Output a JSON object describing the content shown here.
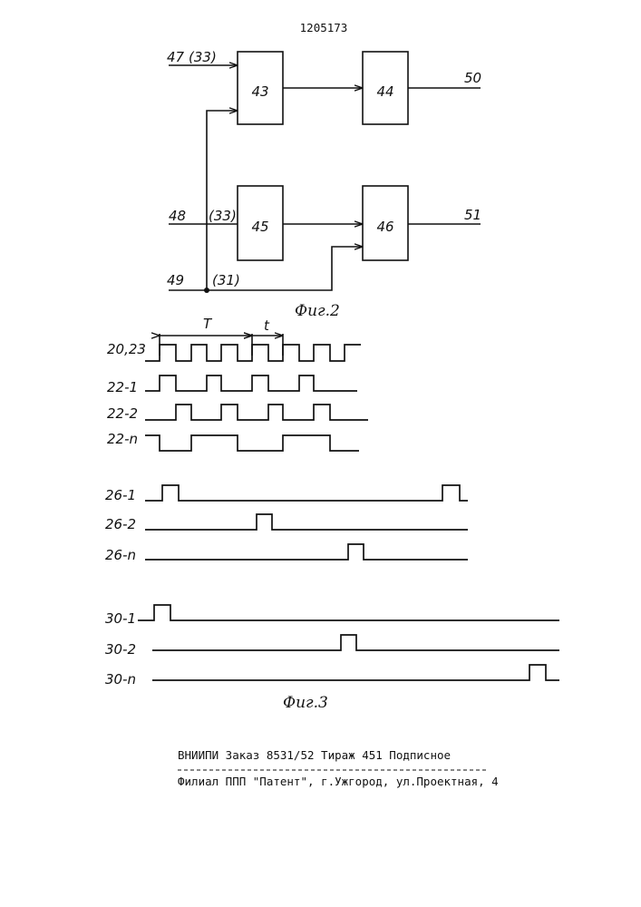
{
  "patent_number": "1205173",
  "figure2": {
    "caption": "Фиг.2",
    "blocks": [
      "43",
      "44",
      "45",
      "46"
    ],
    "inputs": {
      "in47": "47",
      "in47_ref": "(33)",
      "in48": "48",
      "in48_ref": "(33)",
      "in49": "49",
      "in49_ref": "(31)"
    },
    "outputs": {
      "out50": "50",
      "out51": "51"
    }
  },
  "figure3": {
    "caption": "Фиг.3",
    "period_label": "T",
    "pulse_label": "t",
    "signals": [
      "20,23",
      "22-1",
      "22-2",
      "22-n",
      "26-1",
      "26-2",
      "26-n",
      "30-1",
      "30-2",
      "30-n"
    ]
  },
  "footer": {
    "line1": "ВНИИПИ  Заказ 8531/52  Тираж  451 Подписное",
    "line2": "Филиал ППП \"Патент\", г.Ужгород, ул.Проектная, 4"
  }
}
